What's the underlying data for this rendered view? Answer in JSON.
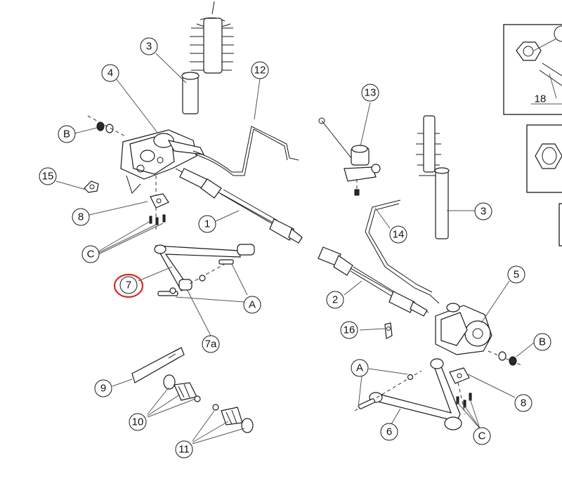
{
  "callouts": {
    "c3a": "3",
    "c4": "4",
    "c12": "12",
    "cB1": "B",
    "c15": "15",
    "c8a": "8",
    "c1": "1",
    "cC1": "C",
    "c7": "7",
    "cA1": "A",
    "c7a": "7a",
    "c13": "13",
    "c14": "14",
    "c3b": "3",
    "c5": "5",
    "c2": "2",
    "c16": "16",
    "cB2": "B",
    "c9": "9",
    "c10": "10",
    "c11": "11",
    "cA2": "A",
    "c6": "6",
    "cC2": "C",
    "c8b": "8",
    "c18": "18"
  },
  "highlight_color": "#d62b1f"
}
